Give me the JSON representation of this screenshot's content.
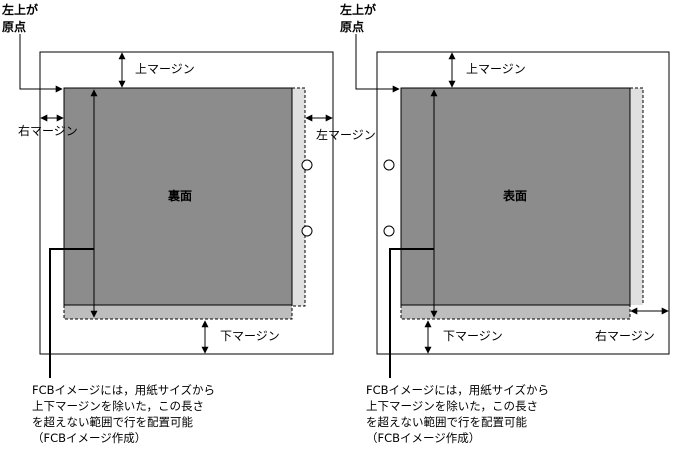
{
  "left_diagram": {
    "origin_label_line1": "左上が",
    "origin_label_line2": "原点",
    "top_margin": "上マージン",
    "side_margin_left": "右マージン",
    "side_margin_right": "左マージン",
    "face": "裏面",
    "bottom_margin": "下マージン",
    "caption": [
      "FCBイメージには，用紙サイズから",
      "上下マージンを除いた，この長さ",
      "を超えない範囲で行を配置可能",
      "（FCBイメージ作成）"
    ]
  },
  "right_diagram": {
    "origin_label_line1": "左上が",
    "origin_label_line2": "原点",
    "top_margin": "上マージン",
    "face": "表面",
    "bottom_margin": "下マージン",
    "side_margin": "右マージン",
    "caption": [
      "FCBイメージには，用紙サイズから",
      "上下マージンを除いた，この長さ",
      "を超えない範囲で行を配置可能",
      "（FCBイメージ作成）"
    ]
  },
  "colors": {
    "face_fill": "#8c8c8c",
    "shadow_fill": "#e0e0e0",
    "line": "#000000"
  }
}
